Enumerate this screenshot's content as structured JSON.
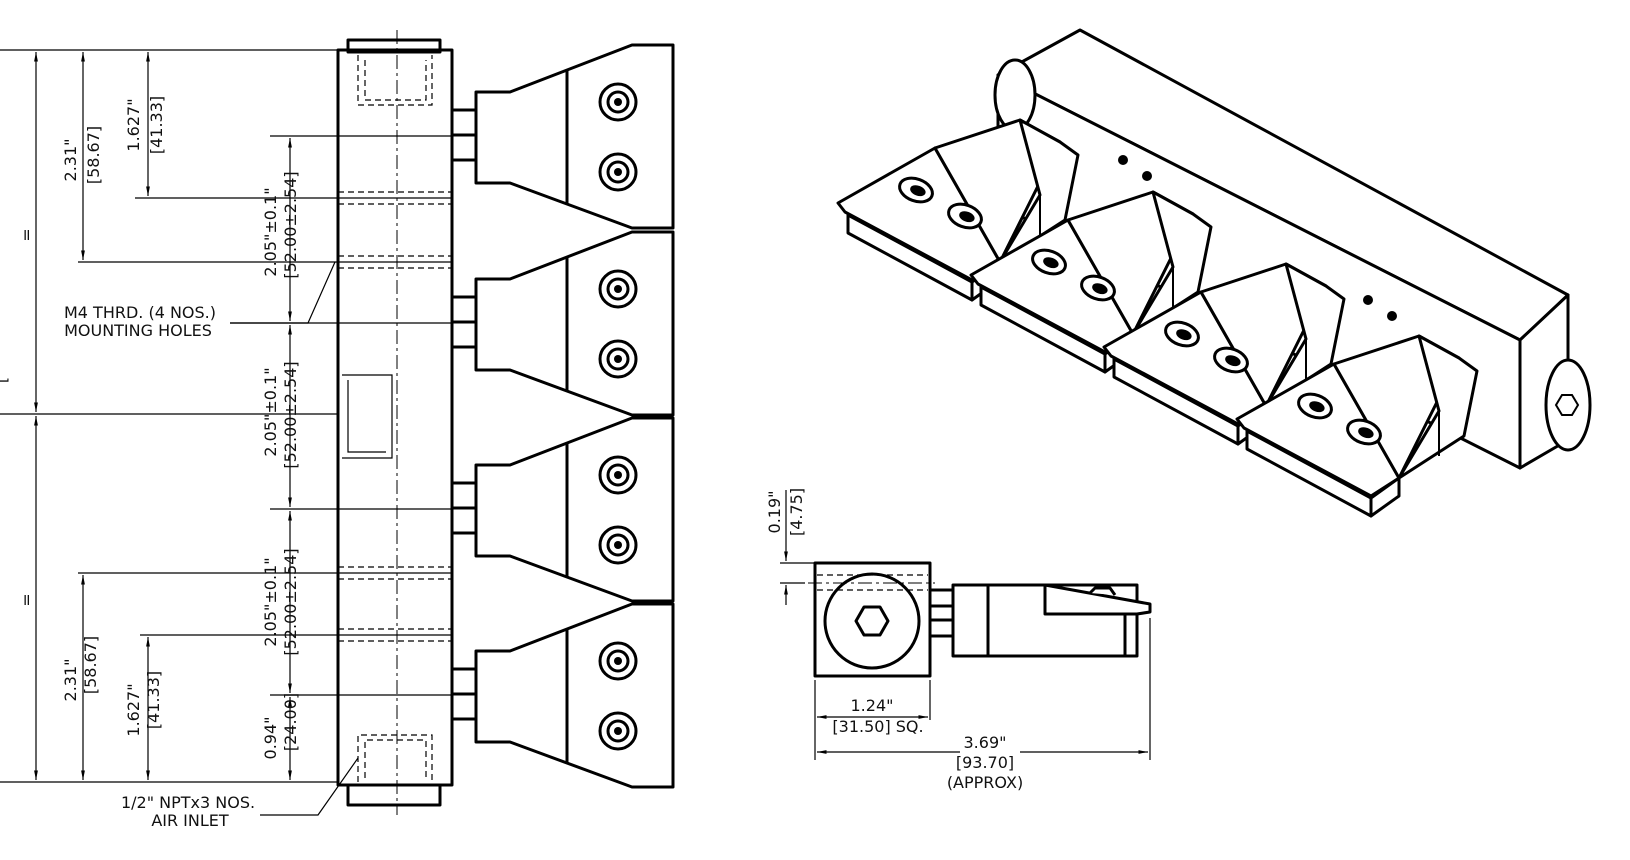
{
  "front_view": {
    "dim_overall_eq_top": "=",
    "dim_overall_eq_bottom": "=",
    "dim_partial_left": "[",
    "top_2_31_in": "2.31\"",
    "top_2_31_mm": "[58.67]",
    "top_1_627_in": "1.627\"",
    "top_1_627_mm": "[41.33]",
    "pitch1_in": "2.05\"±0.1\"",
    "pitch1_mm": "[52.00±2.54]",
    "pitch2_in": "2.05\"±0.1\"",
    "pitch2_mm": "[52.00±2.54]",
    "pitch3_in": "2.05\"±0.1\"",
    "pitch3_mm": "[52.00±2.54]",
    "bottom_0_94_in": "0.94\"",
    "bottom_0_94_mm": "[24.00]",
    "bottom_2_31_in": "2.31\"",
    "bottom_2_31_mm": "[58.67]",
    "bottom_1_627_in": "1.627\"",
    "bottom_1_627_mm": "[41.33]",
    "mounting_note_line1": "M4 THRD. (4 NOS.)",
    "mounting_note_line2": "MOUNTING HOLES",
    "inlet_note_line1": "1/2\" NPTx3 NOS.",
    "inlet_note_line2": "AIR INLET"
  },
  "side_view": {
    "offset_in": "0.19\"",
    "offset_mm": "[4.75]",
    "square_in": "1.24\"",
    "square_mm": "[31.50] SQ.",
    "length_in": "3.69\"",
    "length_mm": "[93.70]",
    "length_note": "(APPROX)"
  }
}
